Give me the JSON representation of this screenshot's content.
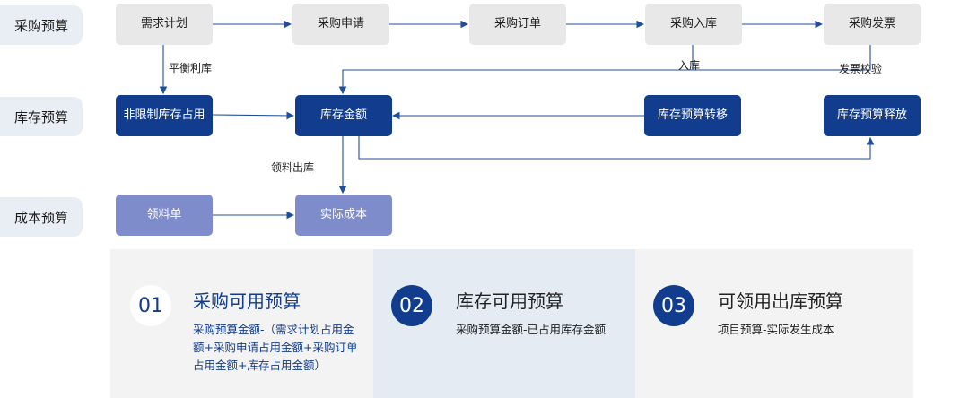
{
  "lanes": {
    "purchase": "采购预算",
    "inventory": "库存预算",
    "cost": "成本预算"
  },
  "nodes": {
    "demand_plan": "需求计划",
    "purchase_request": "采购申请",
    "purchase_order": "采购订单",
    "purchase_receipt": "采购入库",
    "purchase_invoice": "采购发票",
    "unrestricted_stock": "非限制库存占用",
    "inventory_amount": "库存金额",
    "inventory_transfer": "库存预算转移",
    "inventory_release": "库存预算释放",
    "material_requisition": "领料单",
    "actual_cost": "实际成本"
  },
  "edge_labels": {
    "balance_profit": "平衡利库",
    "receipt": "入库",
    "invoice_check": "发票校验",
    "material_issue": "领料出库"
  },
  "panels": [
    {
      "number": "01",
      "title": "采购可用预算",
      "description": "采购预算金额-（需求计划占用金额+采购申请占用金额+采购订单占用金额+库存占用金额）"
    },
    {
      "number": "02",
      "title": "库存可用预算",
      "description": "采购预算金额-已占用库存金额"
    },
    {
      "number": "03",
      "title": "可领用出库预算",
      "description": "项目预算-实际发生成本"
    }
  ],
  "colors": {
    "dark_blue": "#123d8f",
    "light_blue": "#7f8ccc",
    "gray_node": "#e8e8e8",
    "lane_bg": "#e9eef4",
    "arrow": "#1f4e9c"
  }
}
